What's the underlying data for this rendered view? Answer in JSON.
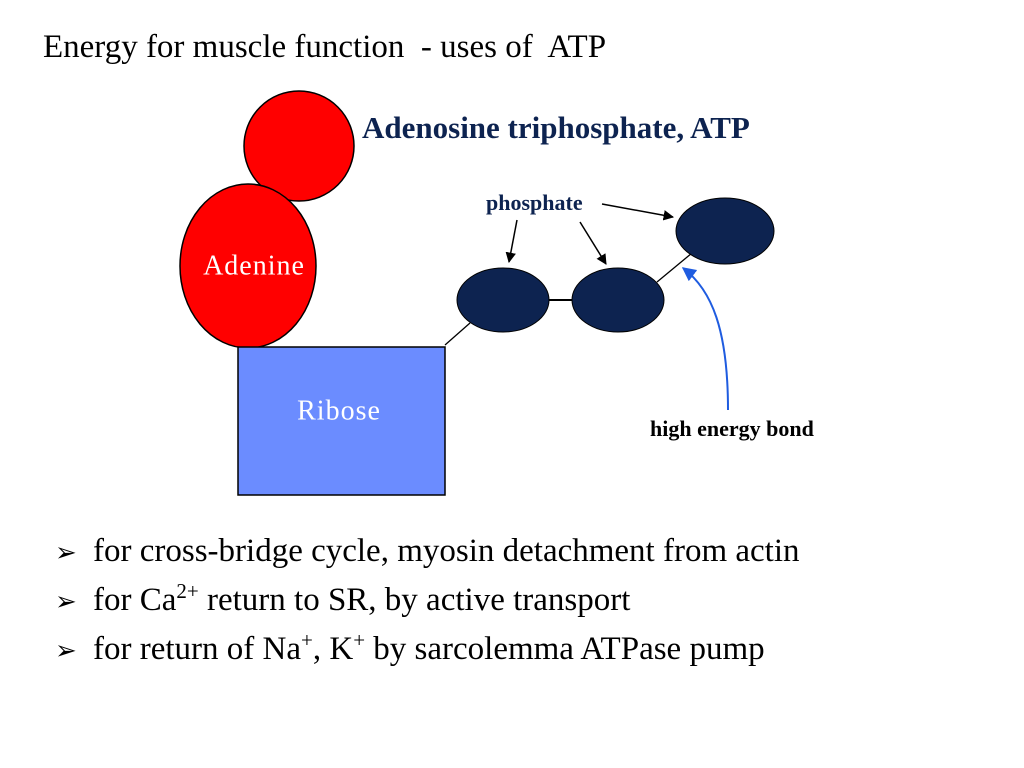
{
  "slide": {
    "title": "Energy for muscle function  - uses of  ATP"
  },
  "diagram": {
    "heading": "Adenosine triphosphate, ATP",
    "adenine_label": "Adenine",
    "ribose_label": "Ribose",
    "phosphate_label": "phosphate",
    "bond_label": "high energy bond",
    "colors": {
      "adenine": "#ff0000",
      "ribose": "#6b8cff",
      "phosphate": "#0d2350",
      "heading": "#0d2350",
      "bond_arrow": "#1f5ce0"
    }
  },
  "bullets": {
    "marker": "➢",
    "items": [
      {
        "text": "for cross-bridge cycle, myosin detachment from actin"
      },
      {
        "pre": "for Ca",
        "sup": "2+",
        "post": " return to SR, by active transport"
      },
      {
        "pre": "for return of Na",
        "sup1": "+",
        "mid": ", K",
        "sup2": "+",
        "post": " by sarcolemma ATPase pump"
      }
    ]
  }
}
